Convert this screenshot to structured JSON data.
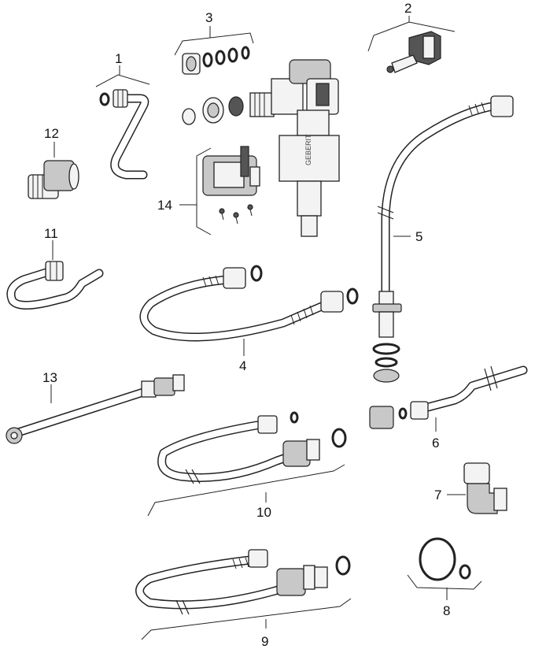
{
  "figure": {
    "kind": "exploded parts diagram — fill valve connection hoses",
    "callouts": [
      "1",
      "2",
      "3",
      "4",
      "5",
      "6",
      "7",
      "8",
      "9",
      "10",
      "11",
      "12",
      "13",
      "14"
    ]
  }
}
